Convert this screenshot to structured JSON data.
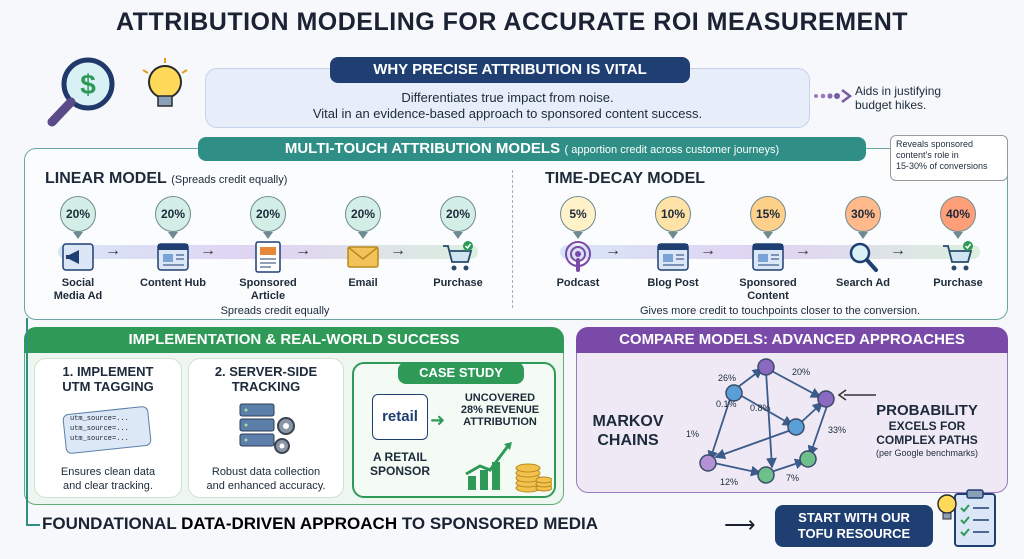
{
  "title": "ATTRIBUTION MODELING FOR ACCURATE ROI MEASUREMENT",
  "why": {
    "header": "WHY PRECISE ATTRIBUTION IS VITAL",
    "line1": "Differentiates true impact from noise.",
    "line2": "Vital in an evidence-based approach to sponsored content success.",
    "side_note_1": "Aids in justifying",
    "side_note_2": "budget hikes."
  },
  "multi": {
    "header": "MULTI-TOUCH ATTRIBUTION MODELS",
    "header_note": "( apportion credit across customer journeys)",
    "callout_1": "Reveals sponsored",
    "callout_2": "content's role in",
    "callout_3": "15-30% of conversions"
  },
  "linear": {
    "title": "LINEAR MODEL",
    "title_note": "(Spreads credit equally)",
    "caption": "Spreads credit equally",
    "steps": [
      {
        "pct": "20%",
        "label1": "Social",
        "label2": "Media Ad",
        "icon": "megaphone-icon"
      },
      {
        "pct": "20%",
        "label1": "Content Hub",
        "label2": "",
        "icon": "browser-icon"
      },
      {
        "pct": "20%",
        "label1": "Sponsored",
        "label2": "Article",
        "icon": "document-icon"
      },
      {
        "pct": "20%",
        "label1": "Email",
        "label2": "",
        "icon": "envelope-icon"
      },
      {
        "pct": "20%",
        "label1": "Purchase",
        "label2": "",
        "icon": "cart-icon"
      }
    ]
  },
  "timedecay": {
    "title": "TIME-DECAY MODEL",
    "caption": "Gives more credit to touchpoints closer to the conversion.",
    "steps": [
      {
        "pct": "5%",
        "label1": "Podcast",
        "label2": "",
        "icon": "podcast-icon"
      },
      {
        "pct": "10%",
        "label1": "Blog Post",
        "label2": "",
        "icon": "browser-icon"
      },
      {
        "pct": "15%",
        "label1": "Sponsored",
        "label2": "Content",
        "icon": "browser-icon"
      },
      {
        "pct": "30%",
        "label1": "Search Ad",
        "label2": "",
        "icon": "magnifier-icon"
      },
      {
        "pct": "40%",
        "label1": "Purchase",
        "label2": "",
        "icon": "cart-icon"
      }
    ]
  },
  "impl": {
    "header": "IMPLEMENTATION & REAL-WORLD SUCCESS",
    "step1_title_1": "1. IMPLEMENT",
    "step1_title_2": "UTM TAGGING",
    "utm_1": "utm_source=...",
    "utm_2": "utm_source=...",
    "utm_3": "utm_source=...",
    "step1_desc_1": "Ensures clean data",
    "step1_desc_2": "and clear tracking.",
    "step2_title_1": "2. SERVER-SIDE",
    "step2_title_2": "TRACKING",
    "step2_desc_1": "Robust data collection",
    "step2_desc_2": "and enhanced accuracy.",
    "case_header": "CASE STUDY",
    "case_logo": "retail",
    "case_result_1": "UNCOVERED",
    "case_result_2": "28% REVENUE",
    "case_result_3": "ATTRIBUTION",
    "case_sponsor_1": "A RETAIL",
    "case_sponsor_2": "SPONSOR"
  },
  "compare": {
    "header": "COMPARE MODELS: ADVANCED APPROACHES",
    "markov_1": "MARKOV",
    "markov_2": "CHAINS",
    "prob_1": "PROBABILITY",
    "prob_2": "EXCELS FOR",
    "prob_3": "COMPLEX PATHS",
    "prob_note": "(per Google benchmarks)",
    "edge_labels": [
      "26%",
      "20%",
      "0.1%",
      "0.8%",
      "1%",
      "33%",
      "12%",
      "7%"
    ]
  },
  "footer": {
    "text_a": "FOUNDATIONAL ",
    "text_b": "DATA-DRIVEN APPROACH",
    "text_c": " TO SPONSORED MEDIA",
    "cta_1": "START WITH OUR",
    "cta_2": "TOFU RESOURCE"
  },
  "colors": {
    "navy": "#1f3f73",
    "teal": "#2f8f86",
    "green": "#2f9a57",
    "purple": "#7a4aa8",
    "light_blue": "#e7eef9",
    "light_purple": "#efe9f6"
  }
}
